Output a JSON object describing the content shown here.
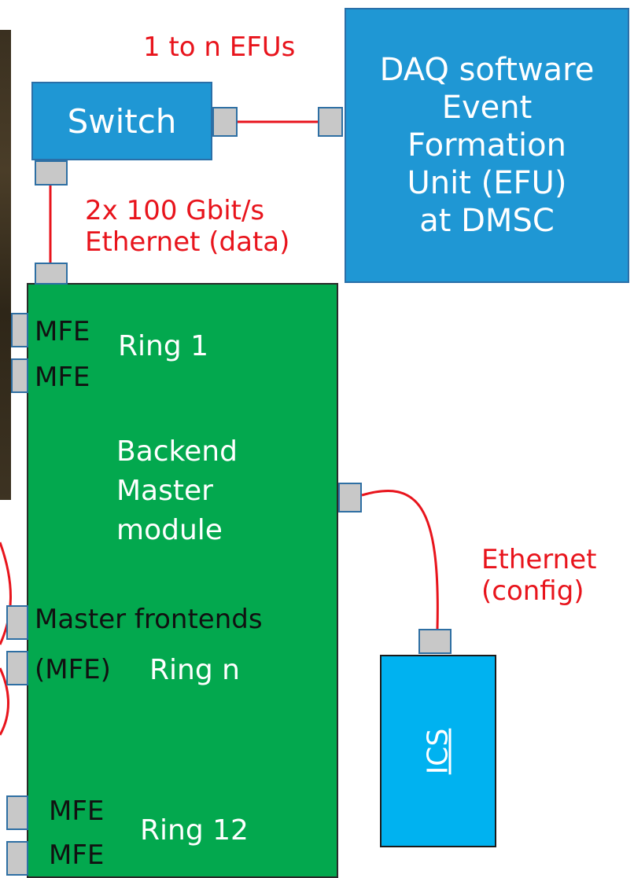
{
  "labels": {
    "efus": "1 to n EFUs",
    "data_link": "2x 100 Gbit/s\nEthernet (data)",
    "config_link": "Ethernet\n(config)"
  },
  "switch": {
    "label": "Switch"
  },
  "efu": {
    "label": "DAQ software\nEvent\nFormation\nUnit (EFU)\nat DMSC"
  },
  "master": {
    "title": "Backend\nMaster\nmodule",
    "mfe_1a": "MFE",
    "mfe_1b": "MFE",
    "ring_1": "Ring 1",
    "frontends": "Master frontends",
    "mfe_abbr": "(MFE)",
    "ring_n": "Ring n",
    "mfe_12a": "MFE",
    "mfe_12b": "MFE",
    "ring_12": "Ring 12"
  },
  "ics": {
    "label": "ICS"
  },
  "colors": {
    "blue_box": "#1f97d4",
    "green_module": "#03a84e",
    "ics_box": "#00b2f0",
    "wire": "#e8141c",
    "port": "#c8c8c8"
  }
}
